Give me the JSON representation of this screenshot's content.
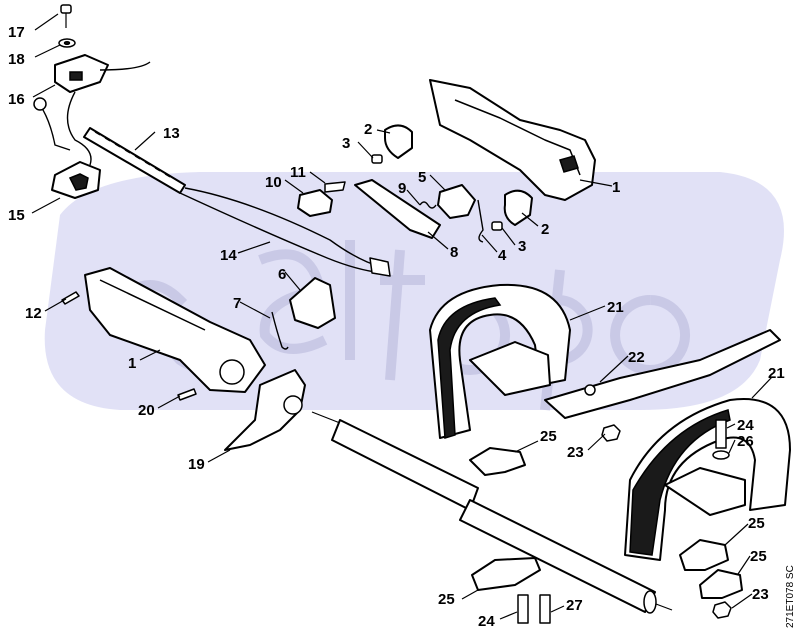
{
  "diagram": {
    "code": "271ET078 SC",
    "watermark_color": "#c9c9ee",
    "labels": {
      "n1a": "1",
      "n1b": "1",
      "n2a": "2",
      "n2b": "2",
      "n3a": "3",
      "n3b": "3",
      "n4": "4",
      "n5": "5",
      "n6": "6",
      "n7": "7",
      "n8": "8",
      "n9": "9",
      "n10": "10",
      "n11": "11",
      "n12": "12",
      "n13": "13",
      "n14": "14",
      "n15": "15",
      "n16": "16",
      "n17": "17",
      "n18": "18",
      "n19": "19",
      "n20": "20",
      "n21a": "21",
      "n21b": "21",
      "n22": "22",
      "n23a": "23",
      "n23b": "23",
      "n24a": "24",
      "n24b": "24",
      "n25a": "25",
      "n25b": "25",
      "n25c": "25",
      "n25d": "25",
      "n26": "26",
      "n27": "27"
    }
  }
}
